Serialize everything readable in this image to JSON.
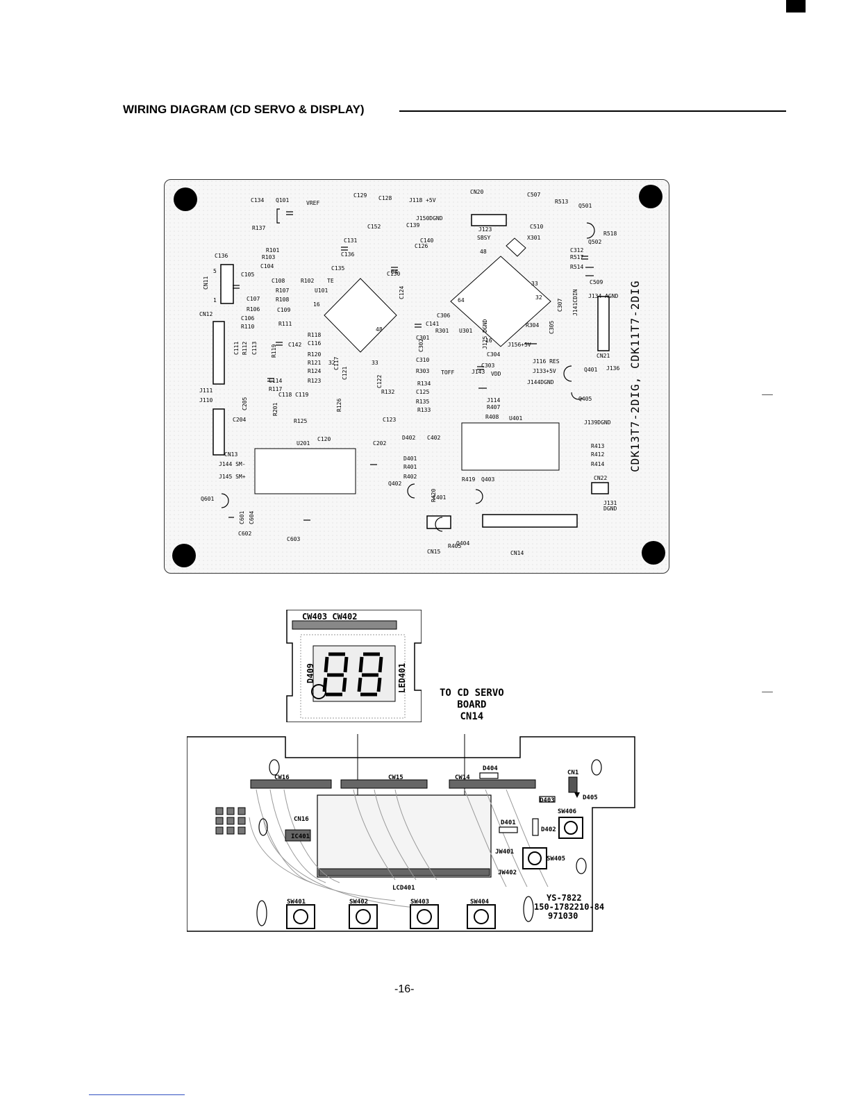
{
  "header": {
    "title": "WIRING DIAGRAM (CD SERVO & DISPLAY)"
  },
  "servo_board": {
    "vertical_text": "CDK13T7-2DIG, CDK11T7-2DIG",
    "ics": {
      "u101": "U101",
      "u301": "U301",
      "u201": "U201",
      "u401": "U401"
    },
    "connectors": {
      "cn11": "CN11",
      "cn12": "CN12",
      "cn13": "CN13",
      "cn14": "CN14",
      "cn15": "CN15",
      "cn20": "CN20",
      "cn21": "CN21",
      "cn22": "CN22",
      "j110": "J110",
      "j111": "J111"
    },
    "components": {
      "c134": "C134",
      "q101": "Q101",
      "vref": "VREF",
      "c129": "C129",
      "c128": "C128",
      "j118": "J118 +5V",
      "c507": "C507",
      "r513": "R513",
      "q501": "Q501",
      "r137": "R137",
      "c152": "C152",
      "c139": "C139",
      "j150": "J150DGND",
      "j123": "J123",
      "c510": "C510",
      "r518": "R518",
      "q502": "Q502",
      "c131": "C131",
      "c140": "C140",
      "sbsy": "SBSY",
      "x301": "X301",
      "r101": "R101",
      "c136": "C136",
      "c126": "C126",
      "c312": "C312",
      "r517": "R517",
      "r103": "R103",
      "c104": "C104",
      "c105": "C105",
      "c135": "C135",
      "c130": "C130",
      "r514": "R514",
      "c509": "C509",
      "c108": "C108",
      "r102": "R102",
      "te": "TE",
      "r107": "R107",
      "r108": "R108",
      "c107": "C107",
      "r106": "R106",
      "c109": "C109",
      "c106": "C106",
      "r110": "R110",
      "r111": "R111",
      "r118": "R118",
      "c141": "C141",
      "r301": "R301",
      "c306": "C306",
      "j134": "J134 AGND",
      "j141": "J141CDIN",
      "c307": "C307",
      "r304": "R304",
      "c305": "C305",
      "c142": "C142",
      "c116": "C116",
      "r120": "R120",
      "c301": "C301",
      "c302": "C302",
      "j156": "J156+5V",
      "c111": "C111",
      "r112": "R112",
      "c113": "C113",
      "r119": "R119",
      "c310": "C310",
      "j125": "J125 DGND",
      "c304": "C304",
      "c303": "C303",
      "j116": "J116 RES",
      "r121": "R121",
      "r124": "R124",
      "c117": "C117",
      "r303": "R303",
      "toff": "TOFF",
      "j143": "J143",
      "vdd": "VDD",
      "j133": "J133+5V",
      "q401": "Q401",
      "j136": "J136",
      "c114": "C114",
      "r123": "R123",
      "c121": "C121",
      "c122": "C122",
      "c124": "C124",
      "r134": "R134",
      "c125": "C125",
      "j144dgnd": "J144DGND",
      "r117": "R117",
      "c118": "C118 C119",
      "r135": "R135",
      "r407": "R407",
      "q405": "Q405",
      "c205": "C205",
      "r201": "R201",
      "r126": "R126",
      "r132": "R132",
      "r133": "R133",
      "j114": "J114",
      "c204": "C204",
      "r125": "R125",
      "c123": "C123",
      "r408": "R408",
      "j139": "J139DGND",
      "c120": "C120",
      "c202": "C202",
      "d402": "D402",
      "c402": "C402",
      "r413": "R413",
      "r412": "R412",
      "j144": "J144 SM-",
      "d401": "D401",
      "r401": "R401",
      "r414": "R414",
      "j145": "J145 SM+",
      "r402": "R402",
      "r419": "R419",
      "q403": "Q403",
      "q402": "Q402",
      "q601": "Q601",
      "c401": "C401",
      "r420": "R420",
      "j131": "J131",
      "dgnd": "DGND",
      "c601": "C601",
      "c604": "C604",
      "c602": "C602",
      "c603": "C603",
      "r405": "R405",
      "q404": "Q404"
    }
  },
  "display_board": {
    "labels": {
      "cw403_cw402": "CW403 CW402",
      "d409": "D409",
      "led401": "LED401"
    }
  },
  "to_cd_servo": {
    "line1": "TO CD SERVO",
    "line2": "BOARD",
    "line3": "CN14"
  },
  "main_board": {
    "labels": {
      "d404": "D404",
      "cn1": "CN1",
      "d405": "D405",
      "cw16": "CW16",
      "cw15": "CW15",
      "cw14": "CW14",
      "d403": "D403",
      "sw406": "SW406",
      "cn16": "CN16",
      "d401": "D401",
      "d402": "D402",
      "ic401": "IC401",
      "jw401": "JW401",
      "sw405": "SW405",
      "jw402": "JW402",
      "lcd401": "LCD401",
      "sw401": "SW401",
      "sw402": "SW402",
      "sw403": "SW403",
      "sw404": "SW404",
      "model": "YS-7822",
      "part": "150-1782210-84",
      "date": "971030"
    }
  },
  "footer": {
    "page": "-16-"
  }
}
